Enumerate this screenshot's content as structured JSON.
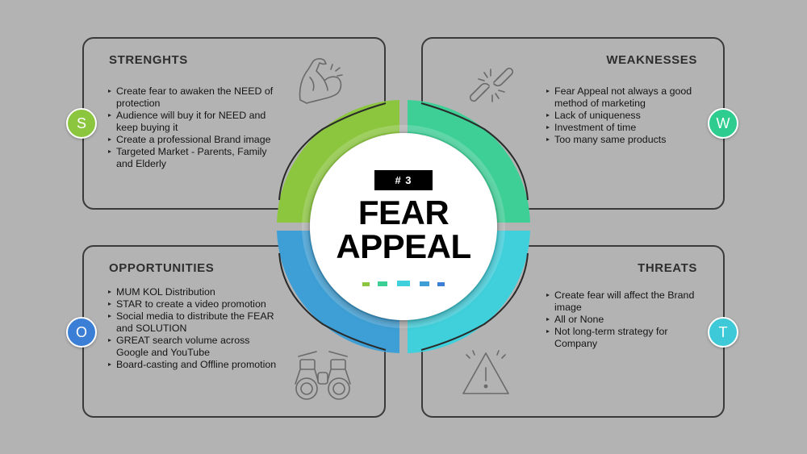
{
  "strengths": {
    "title": "STRENGHTS",
    "letter": "S",
    "items": [
      "Create fear to awaken the NEED of protection",
      "Audience will buy it for NEED and keep buying it",
      "Create a professional Brand image",
      "Targeted Market - Parents, Family and Elderly"
    ]
  },
  "weaknesses": {
    "title": "WEAKNESSES",
    "letter": "W",
    "items": [
      "Fear Appeal not always a good method of marketing",
      "Lack of uniqueness",
      "Investment of time",
      "Too many same products"
    ]
  },
  "opportunities": {
    "title": "OPPORTUNITIES",
    "letter": "O",
    "items": [
      "MUM KOL Distribution",
      "STAR to create a video promotion",
      "Social media to distribute the FEAR and SOLUTION",
      "GREAT search volume across Google and YouTube",
      "Board-casting and Offline promotion"
    ]
  },
  "threats": {
    "title": "THREATS",
    "letter": "T",
    "items": [
      "Create fear will affect the Brand image",
      "All or None",
      "Not long-term strategy for Company"
    ]
  },
  "center": {
    "badge": "# 3",
    "title_line1": "FEAR",
    "title_line2": "APPEAL"
  },
  "icons": {
    "strengths": "flexed-arm-icon",
    "weaknesses": "broken-chain-icon",
    "opportunities": "binoculars-icon",
    "threats": "warning-triangle-icon"
  },
  "colors": {
    "strengths": "#8cc63f",
    "weaknesses": "#3ecf96",
    "opportunities": "#3d9fd6",
    "threats": "#3fd0dc",
    "letter_s": "#8cc63f",
    "letter_w": "#2ecc8f",
    "letter_o": "#3a7fd5",
    "letter_t": "#3dc9d8",
    "background": "#b3b3b3"
  }
}
